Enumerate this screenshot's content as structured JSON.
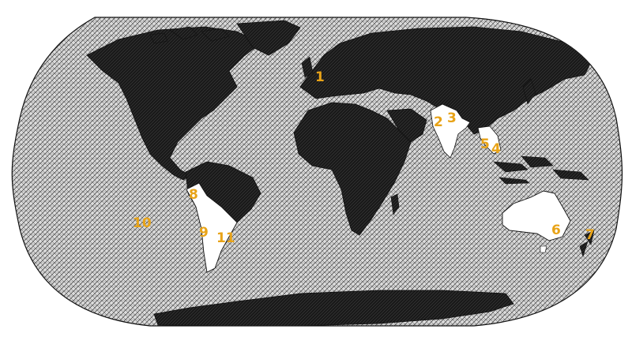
{
  "map": {
    "projection": "robinson",
    "style": "cross-hatched pen drawing",
    "colors": {
      "ocean_hatch": "#555555",
      "land": "#1c1c1c",
      "highlight_region": "#ffffff",
      "outline": "#111111",
      "marker": "#e8a317"
    },
    "highlighted_regions": [
      "Peru",
      "Bolivia",
      "Chile",
      "Argentina",
      "Vietnam",
      "Cambodia",
      "India",
      "Australia",
      "Nepal",
      "Bhutan"
    ],
    "markers": [
      {
        "id": "m1",
        "label": "1"
      },
      {
        "id": "m2",
        "label": "2"
      },
      {
        "id": "m3",
        "label": "3"
      },
      {
        "id": "m4",
        "label": "4"
      },
      {
        "id": "m5",
        "label": "5"
      },
      {
        "id": "m6",
        "label": "6"
      },
      {
        "id": "m7",
        "label": "7"
      },
      {
        "id": "m8",
        "label": "8"
      },
      {
        "id": "m9",
        "label": "9"
      },
      {
        "id": "m10",
        "label": "10"
      },
      {
        "id": "m11",
        "label": "11"
      }
    ]
  }
}
